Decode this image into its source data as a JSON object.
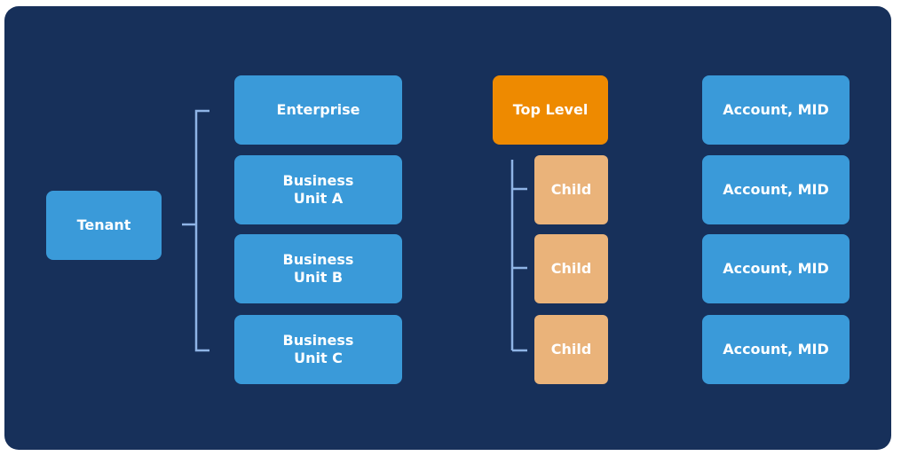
{
  "diagram": {
    "colors": {
      "background": "#17305a",
      "blue_box": "#3a9ad9",
      "orange_box": "#ee8a00",
      "peach_box": "#eab37a",
      "connector": "#8fb4e6",
      "text": "#ffffff"
    },
    "tenant": {
      "label": "Tenant"
    },
    "business_units": [
      {
        "label": "Enterprise"
      },
      {
        "label": "Business\nUnit A"
      },
      {
        "label": "Business\nUnit B"
      },
      {
        "label": "Business\nUnit C"
      }
    ],
    "top_level": {
      "label": "Top Level"
    },
    "children": [
      {
        "label": "Child"
      },
      {
        "label": "Child"
      },
      {
        "label": "Child"
      }
    ],
    "accounts": [
      {
        "label": "Account, MID"
      },
      {
        "label": "Account, MID"
      },
      {
        "label": "Account, MID"
      },
      {
        "label": "Account, MID"
      }
    ]
  }
}
